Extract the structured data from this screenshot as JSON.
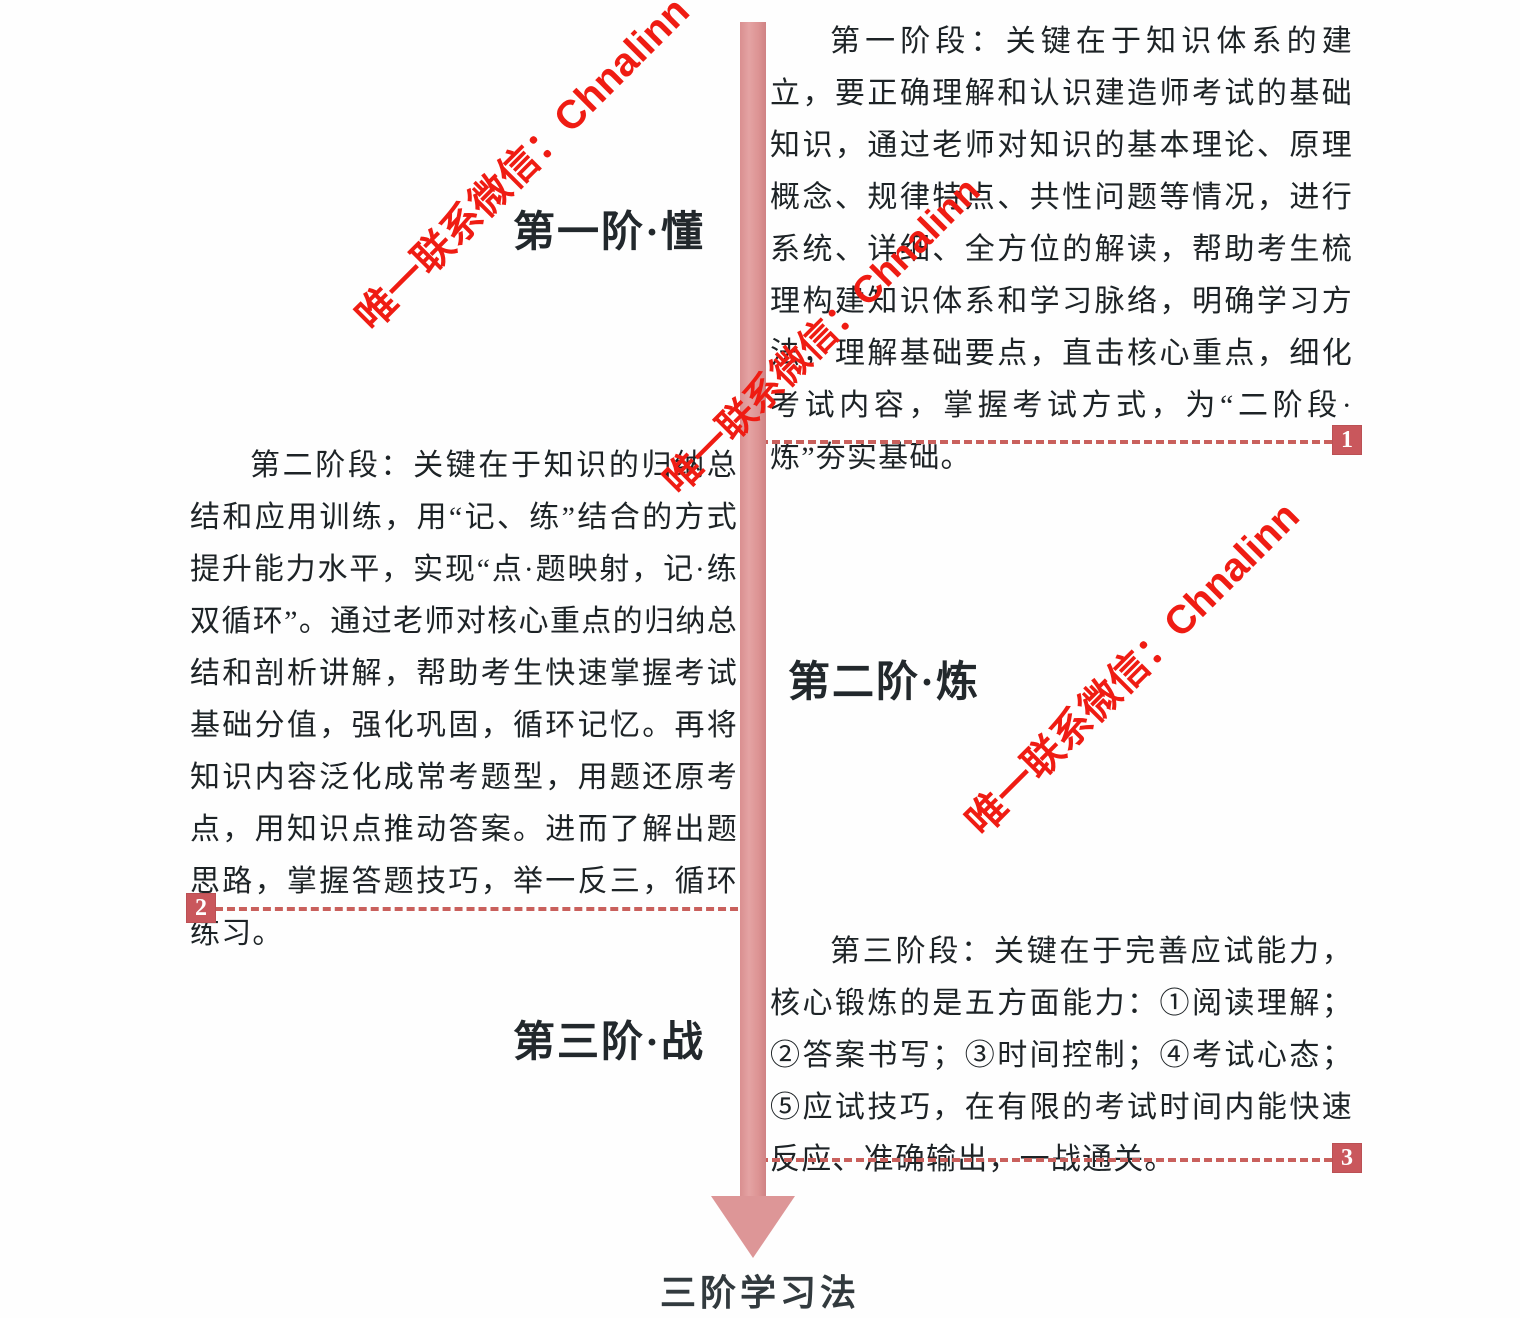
{
  "diagram": {
    "caption": "三阶学习法",
    "accent_color": "#c9575c",
    "arrow_color": "#dd9697",
    "watermark_color": "#ef1c13",
    "text_color": "#1d2326"
  },
  "stages": [
    {
      "marker": "1",
      "title": "第一阶·懂",
      "body": "第一阶段：关键在于知识体系的建立，要正确理解和认识建造师考试的基础知识，通过老师对知识的基本理论、原理概念、规律特点、共性问题等情况，进行系统、详细、全方位的解读，帮助考生梳理构建知识体系和学习脉络，明确学习方法，理解基础要点，直击核心重点，细化考试内容，掌握考试方式，为“二阶段·炼”夯实基础。"
    },
    {
      "marker": "2",
      "title": "第二阶·炼",
      "body": "第二阶段：关键在于知识的归纳总结和应用训练，用“记、练”结合的方式提升能力水平，实现“点·题映射，记·练双循环”。通过老师对核心重点的归纳总结和剖析讲解，帮助考生快速掌握考试基础分值，强化巩固，循环记忆。再将知识内容泛化成常考题型，用题还原考点，用知识点推动答案。进而了解出题思路，掌握答题技巧，举一反三，循环练习。"
    },
    {
      "marker": "3",
      "title": "第三阶·战",
      "body": "第三阶段：关键在于完善应试能力，核心锻炼的是五方面能力：①阅读理解；②答案书写；③时间控制；④考试心态；⑤应试技巧，在有限的考试时间内能快速反应、准确输出，一战通关。"
    }
  ],
  "watermarks": [
    {
      "text": "唯一联系微信：Chnalinn"
    },
    {
      "text": "唯一联系微信：Chnalinn"
    },
    {
      "text": "唯一联系微信：Chnalinn"
    }
  ]
}
